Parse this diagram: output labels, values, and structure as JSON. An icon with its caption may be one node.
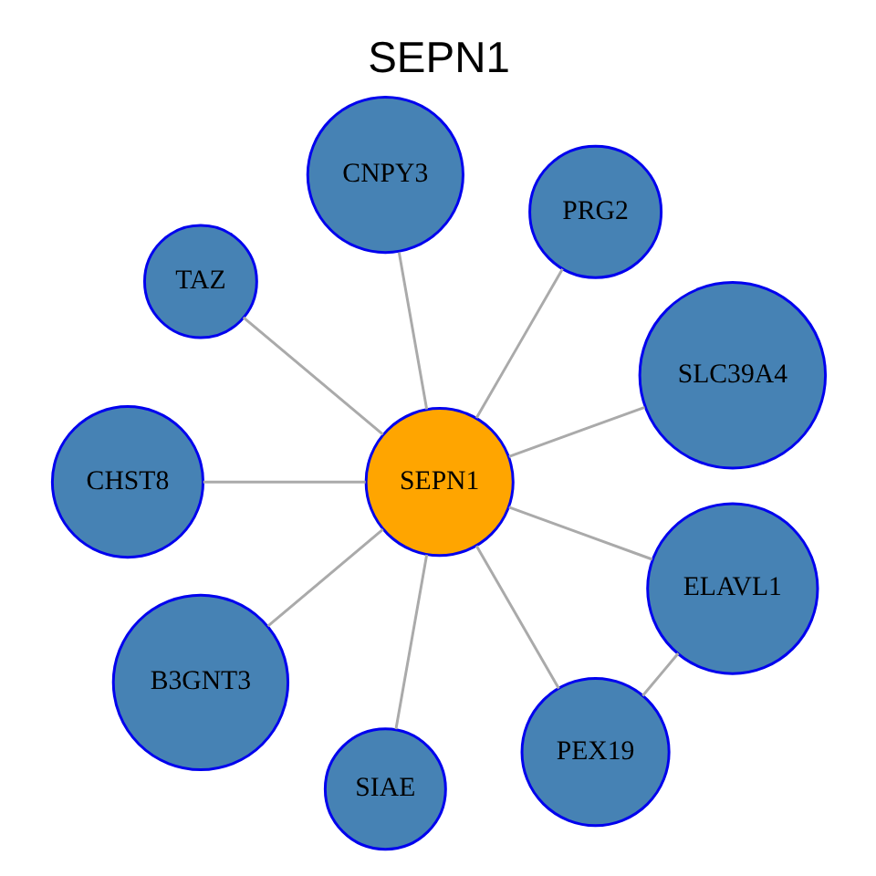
{
  "diagram": {
    "title": "SEPN1",
    "nodes": [
      {
        "text": [
          "SEPN1"
        ]
      },
      {
        "text": [
          "SLC39A4"
        ]
      },
      {
        "text": [
          "PRG2"
        ]
      },
      {
        "text": [
          "CNPY3"
        ]
      },
      {
        "text": [
          "TAZ"
        ]
      },
      {
        "text": [
          "CHST8"
        ]
      },
      {
        "text": [
          "B3GNT3"
        ]
      },
      {
        "text": [
          "SIAE"
        ]
      },
      {
        "text": [
          "PEX19"
        ]
      },
      {
        "text": [
          "ELAVL1"
        ]
      }
    ],
    "edges": [
      {
        "from": 0,
        "to": 1,
        "arrow": "none"
      },
      {
        "from": 0,
        "to": 2,
        "arrow": "none"
      },
      {
        "from": 0,
        "to": 3,
        "arrow": "none"
      },
      {
        "from": 0,
        "to": 4,
        "arrow": "none"
      },
      {
        "from": 0,
        "to": 5,
        "arrow": "none"
      },
      {
        "from": 0,
        "to": 6,
        "arrow": "none"
      },
      {
        "from": 0,
        "to": 7,
        "arrow": "none"
      },
      {
        "from": 0,
        "to": 8,
        "arrow": "none"
      },
      {
        "from": 0,
        "to": 9,
        "arrow": "none"
      },
      {
        "from": 8,
        "to": 9,
        "arrow": "none"
      }
    ]
  }
}
